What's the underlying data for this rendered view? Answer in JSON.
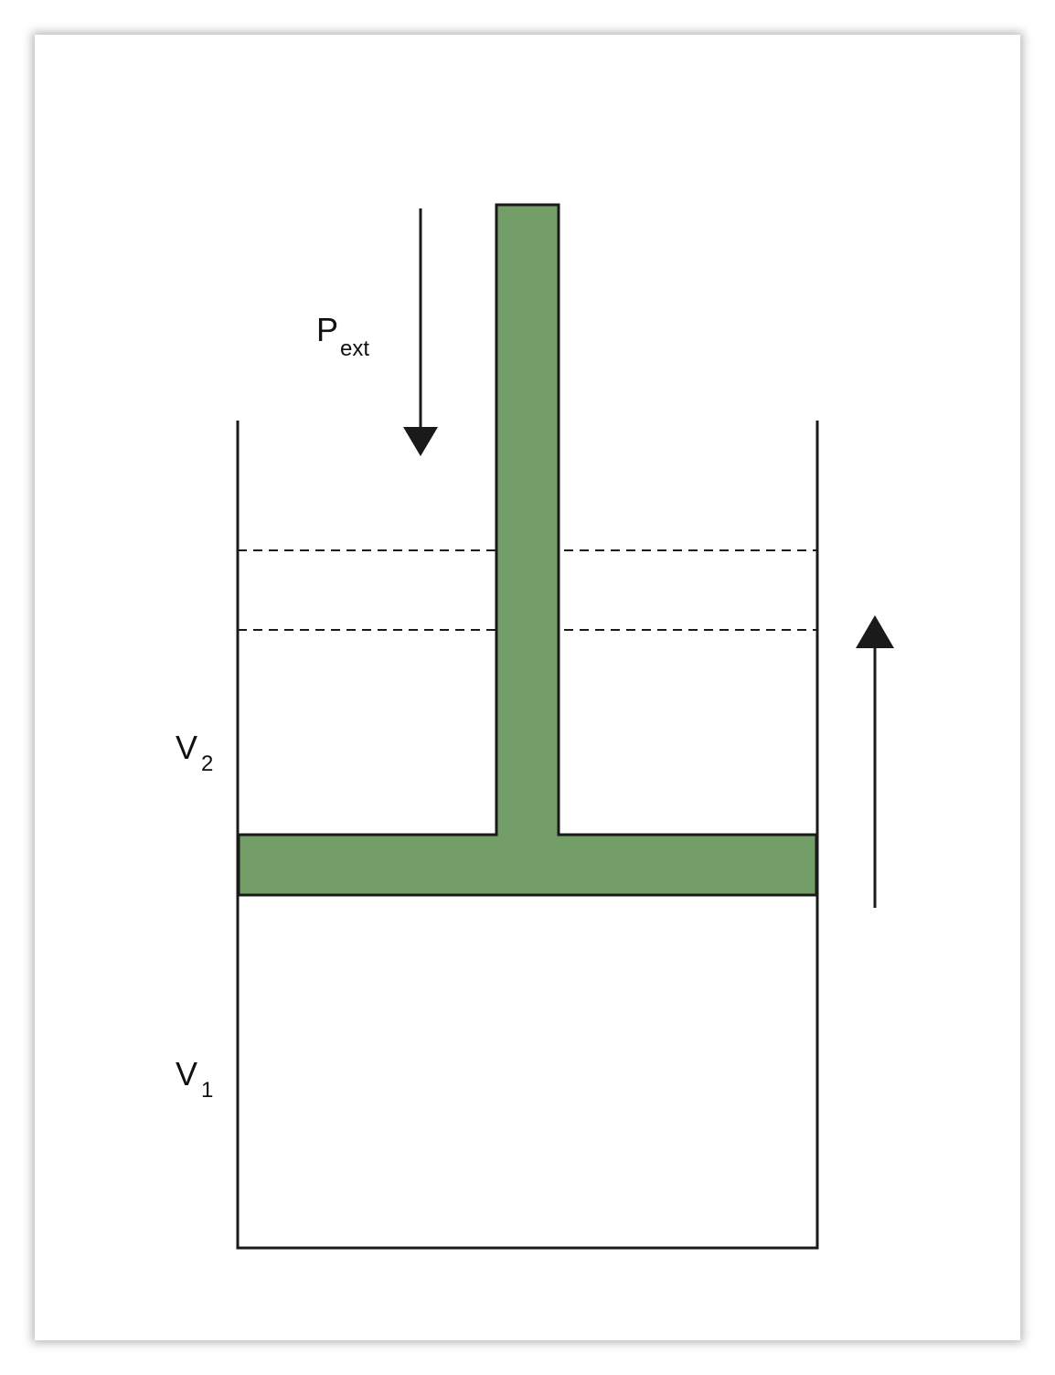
{
  "labels": {
    "p_ext_main": "P",
    "p_ext_sub": "ext",
    "v2_main": "V",
    "v2_sub": "2",
    "v1_main": "V",
    "v1_sub": "1"
  },
  "colors": {
    "piston_fill": "#739E68",
    "stroke": "#1a1a1a",
    "background": "#ffffff"
  }
}
